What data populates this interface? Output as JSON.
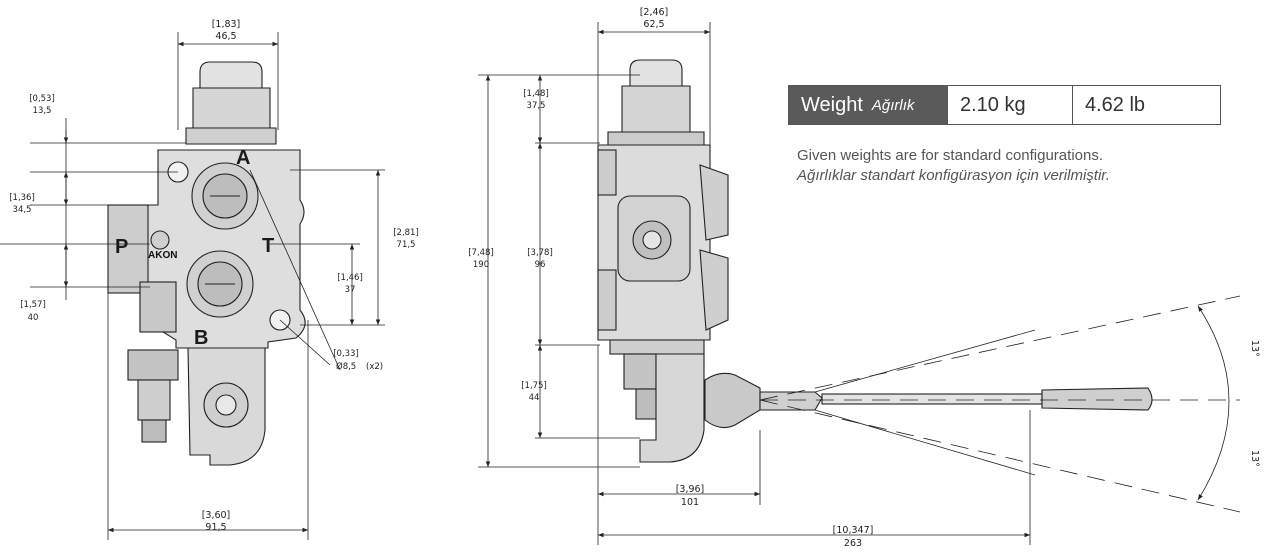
{
  "weight_table": {
    "label": "Weight",
    "label_tr": "Ağırlık",
    "kg": "2.10 kg",
    "lb": "4.62 lb"
  },
  "weight_note": {
    "en": "Given weights are for standard configurations.",
    "tr": "Ağırlıklar standart konfigürasyon için verilmiştir."
  },
  "ports": {
    "p": "P",
    "a": "A",
    "t": "T",
    "b": "B"
  },
  "brand": "AKON",
  "front_view": {
    "top_width": {
      "in": "[1,83]",
      "mm": "46,5"
    },
    "top_offset": {
      "in": "[0,53]",
      "mm": "13,5"
    },
    "left_height": {
      "in": "[1,36]",
      "mm": "34,5"
    },
    "lower_left": {
      "in": "[1,57]",
      "mm": "40"
    },
    "right_height": {
      "in": "[2,81]",
      "mm": "71,5"
    },
    "inner_height": {
      "in": "[1,46]",
      "mm": "37"
    },
    "hole": {
      "in": "[0,33]",
      "mm": "Ø8,5",
      "qty": "(x2)"
    },
    "bottom_width": {
      "in": "[3,60]",
      "mm": "91,5"
    }
  },
  "side_view": {
    "top_width": {
      "in": "[2,46]",
      "mm": "62,5"
    },
    "upper": {
      "in": "[1,48]",
      "mm": "37,5"
    },
    "overall": {
      "in": "[7,48]",
      "mm": "190"
    },
    "mid": {
      "in": "[3,78]",
      "mm": "96"
    },
    "lower": {
      "in": "[1,75]",
      "mm": "44"
    },
    "body_width": {
      "in": "[3,96]",
      "mm": "101"
    },
    "total_width": {
      "in": "[10,347]",
      "mm": "263"
    }
  },
  "lever_angles": {
    "upper": "13°",
    "lower": "13°"
  }
}
